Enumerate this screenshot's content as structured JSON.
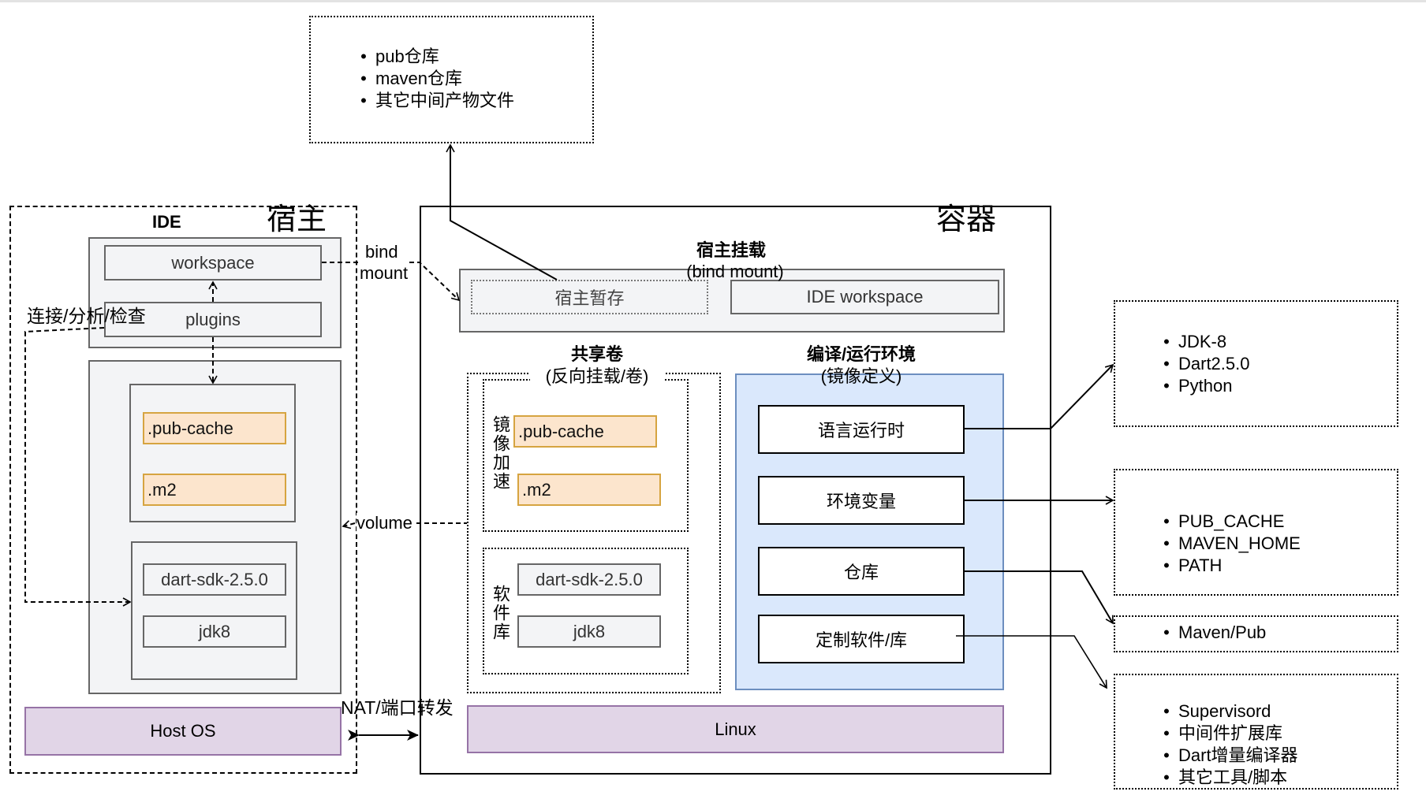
{
  "top_note": {
    "items": [
      "pub仓库",
      "maven仓库",
      "其它中间产物文件"
    ]
  },
  "host": {
    "title": "宿主",
    "ide_label": "IDE",
    "workspace": "workspace",
    "plugins": "plugins",
    "connect_label": "连接/分析/检查",
    "pub_cache": ".pub-cache",
    "m2": ".m2",
    "dart_sdk": "dart-sdk-2.5.0",
    "jdk": "jdk8",
    "os": "Host OS"
  },
  "links": {
    "bind_mount_line1": "bind",
    "bind_mount_line2": "mount",
    "volume": "volume",
    "nat": "NAT/端口转发"
  },
  "container": {
    "title": "容器",
    "mount": {
      "title": "宿主挂载",
      "subtitle": "(bind mount)",
      "host_temp": "宿主暂存",
      "ide_workspace": "IDE workspace"
    },
    "shared_volume": {
      "title": "共享卷",
      "subtitle": "(反向挂载/卷)",
      "mirror_label": "镜像加速",
      "pub_cache": ".pub-cache",
      "m2": ".m2",
      "software_label": "软件库",
      "dart_sdk": "dart-sdk-2.5.0",
      "jdk": "jdk8"
    },
    "env": {
      "title": "编译/运行环境",
      "subtitle": "(镜像定义)",
      "items": [
        "语言运行时",
        "环境变量",
        "仓库",
        "定制软件/库"
      ]
    },
    "os": "Linux"
  },
  "right_notes": {
    "runtime": [
      "JDK-8",
      "Dart2.5.0",
      "Python"
    ],
    "env_vars": [
      "PUB_CACHE",
      "MAVEN_HOME",
      "PATH"
    ],
    "repo": [
      "Maven/Pub"
    ],
    "software": [
      "Supervisord",
      "中间件扩展库",
      "Dart增量编译器",
      "其它工具/脚本"
    ]
  },
  "colors": {
    "grey_fill": "#f3f4f6",
    "orange_fill": "#fce5cd",
    "orange_stroke": "#d6a440",
    "purple_fill": "#e1d5e7",
    "purple_stroke": "#9673a6",
    "blue_fill": "#dae8fc",
    "blue_stroke": "#6c8ebf"
  }
}
